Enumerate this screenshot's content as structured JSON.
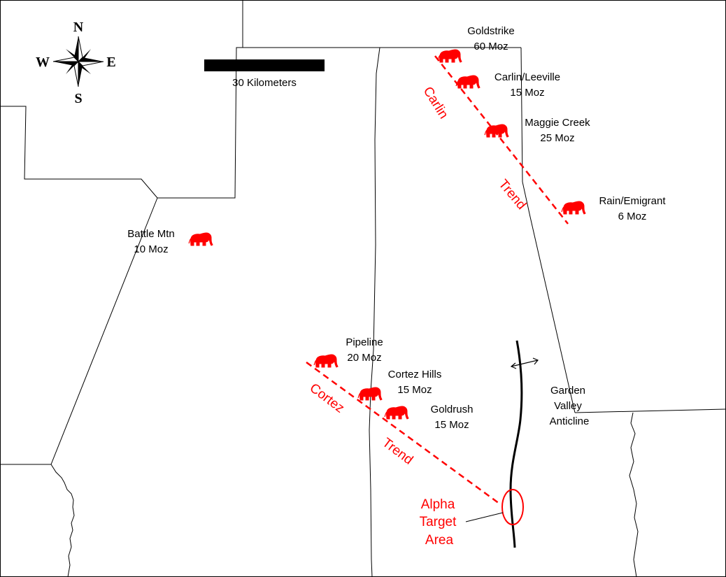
{
  "map": {
    "colors": {
      "boundary": "#000000",
      "mine_symbol": "#ff0000",
      "trend_line": "#ff0000",
      "anticline": "#000000",
      "target": "#ff0000",
      "background": "#ffffff"
    },
    "compass": {
      "north": "N",
      "south": "S",
      "east": "E",
      "west": "W"
    },
    "scale_bar": {
      "label": "30 Kilometers"
    },
    "mines": [
      {
        "name": "Goldstrike",
        "size": "60 Moz",
        "icon": "elephant-icon"
      },
      {
        "name": "Carlin/Leeville",
        "size": "15 Moz",
        "icon": "elephant-icon"
      },
      {
        "name": "Maggie Creek",
        "size": "25 Moz",
        "icon": "elephant-icon"
      },
      {
        "name": "Rain/Emigrant",
        "size": "6 Moz",
        "icon": "elephant-icon"
      },
      {
        "name": "Battle Mtn",
        "size": "10 Moz",
        "icon": "elephant-icon"
      },
      {
        "name": "Pipeline",
        "size": "20 Moz",
        "icon": "elephant-icon"
      },
      {
        "name": "Cortez Hills",
        "size": "15 Moz",
        "icon": "elephant-icon"
      },
      {
        "name": "Goldrush",
        "size": "15 Moz",
        "icon": "elephant-icon"
      }
    ],
    "trends": [
      {
        "words": [
          "Carlin",
          "Trend"
        ]
      },
      {
        "words": [
          "Cortez",
          "Trend"
        ]
      }
    ],
    "anticline": {
      "lines": [
        "Garden",
        "Valley",
        "Anticline"
      ]
    },
    "target": {
      "lines": [
        "Alpha",
        "Target",
        "Area"
      ]
    }
  }
}
